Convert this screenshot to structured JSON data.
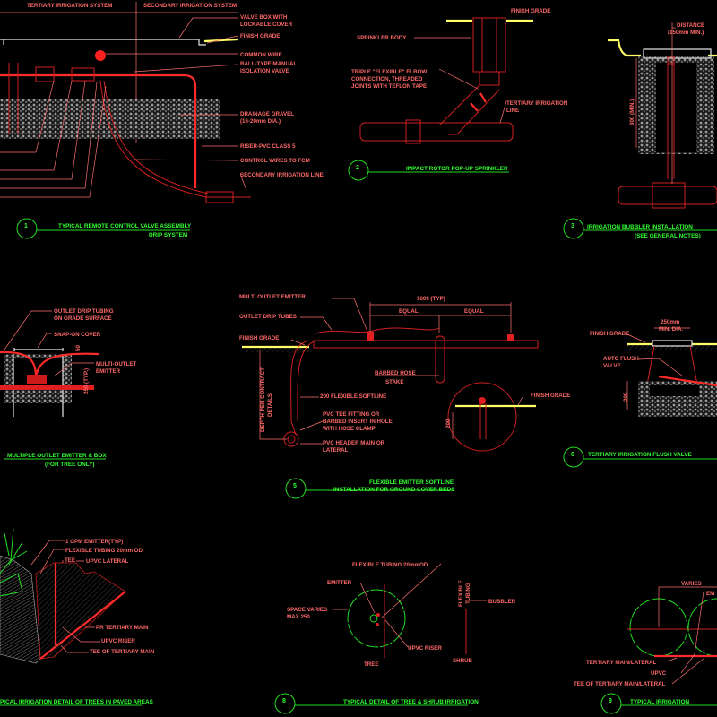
{
  "colors": {
    "background": "#000000",
    "labels": "#ff6a6a",
    "titles": "#33ff33",
    "pipes": "#d02020",
    "finish_grade": "#ffff66",
    "gravel": "#8a8a8a"
  },
  "detail1": {
    "number": "1",
    "title": "TYPICAL REMOTE CONTROL VALVE ASSEMBLY",
    "subtitle": "DRIP SYSTEM",
    "zone_left": "TERTIARY IRRIGATION SYSTEM",
    "zone_right": "SECONDARY IRRIGATION SYSTEM",
    "labels": [
      "VALVE BOX WITH",
      "LOCKABLE COVER",
      "FINISH GRADE",
      "COMMON WIRE",
      "BALL-TYPE MANUAL",
      "ISOLATION VALVE",
      "DRAINAGE GRAVEL",
      "(16-20mm DIA.)",
      "RISER-PVC CLASS 5",
      "CONTROL WIRES TO FCM",
      "SECONDARY IRRIGATION LINE"
    ]
  },
  "detail2": {
    "number": "2",
    "title": "IMPACT ROTOR POP-UP SPRINKLER",
    "labels": [
      "FINISH GRADE",
      "SPRINKLER BODY",
      "TRIPLE \"FLEXIBLE\" ELBOW",
      "CONNECTION, THREADED",
      "JOINTS WITH TEFLON TAPE",
      "TERTIARY IRRIGATION",
      "LINE"
    ]
  },
  "detail3": {
    "number": "3",
    "title": "IRRIGATION BUBBLER INSTALLATION",
    "subtitle": "(SEE GENERAL NOTES)",
    "labels": [
      "DISTANCE",
      "(150mm MIN.)"
    ],
    "dim_depth": "300 (MIN.)"
  },
  "detail4": {
    "title": "MULTIPLE OUTLET EMITTER & BOX",
    "subtitle": "(FOR TREE ONLY)",
    "labels": [
      "OUTLET DRIP TUBING",
      "ON GRADE SURFACE",
      "SNAP-ON COVER",
      "MULTI-OUTLET",
      "EMITTER"
    ],
    "dim_top": "50",
    "dim_depth": "250 (TYP.)"
  },
  "detail5": {
    "number": "5",
    "title": "FLEXIBLE EMITTER SOFTLINE",
    "subtitle": "INSTALLATION FOR GROUND COVER BEDS",
    "labels": [
      "MULTI OUTLET EMITTER",
      "OUTLET DRIP TUBES",
      "FINISH GRADE",
      "BARBED HOSE",
      "STAKE",
      "200 FLEXIBLE SOFTLINE",
      "PVC TEE FITTING OR",
      "BARBED INSERT IN HOLE",
      "WITH HOSE CLAMP",
      "PVC HEADER MAIN OR",
      "LATERAL",
      "FINISH GRADE"
    ],
    "dim_total": "1600 (TYP)",
    "dim_equal": "EQUAL",
    "dim_depth": "DEPTH PER CONTRACT",
    "dim_depth2": "DETAILS",
    "dim_200": "200"
  },
  "detail6": {
    "number": "6",
    "title": "TERTIARY IRRIGATION FLUSH VALVE",
    "labels": [
      "FINISH GRADE",
      "AUTO FLUSH",
      "VALVE"
    ],
    "dim_dia": "250mm",
    "dim_dia2": "MIN. DIA.",
    "dim_depth": "200"
  },
  "detail7": {
    "title": "PICAL IRRIGATION DETAIL OF TREES IN PAVED AREAS",
    "labels": [
      "1 GPM EMITTER(TYP)",
      "FLEXIBLE TUBING 20mm OD",
      "TEE",
      "UPVC LATERAL",
      "PR TERTIARY MAIN",
      "UPVC RISER",
      "TEE OF TERTIARY MAIN"
    ]
  },
  "detail8": {
    "number": "8",
    "title": "TYPICAL DETAIL OF TREE & SHRUB IRRIGATION",
    "labels": [
      "FLEXIBLE TUBING 20mmOD",
      "EMITTER",
      "SPACE VARIES",
      "MAX.250",
      "UPVC RISER",
      "TREE",
      "FLEXIBLE",
      "TUBING",
      "BUBBLER",
      "SHRUB"
    ]
  },
  "detail9": {
    "number": "9",
    "title": "TYPICAL IRRIGATION",
    "labels": [
      "VARIES",
      "EM",
      "TERTIARY MAIN/LATERAL",
      "UPVC",
      "TEE OF TERTIARY MAIN/LATERAL"
    ]
  }
}
